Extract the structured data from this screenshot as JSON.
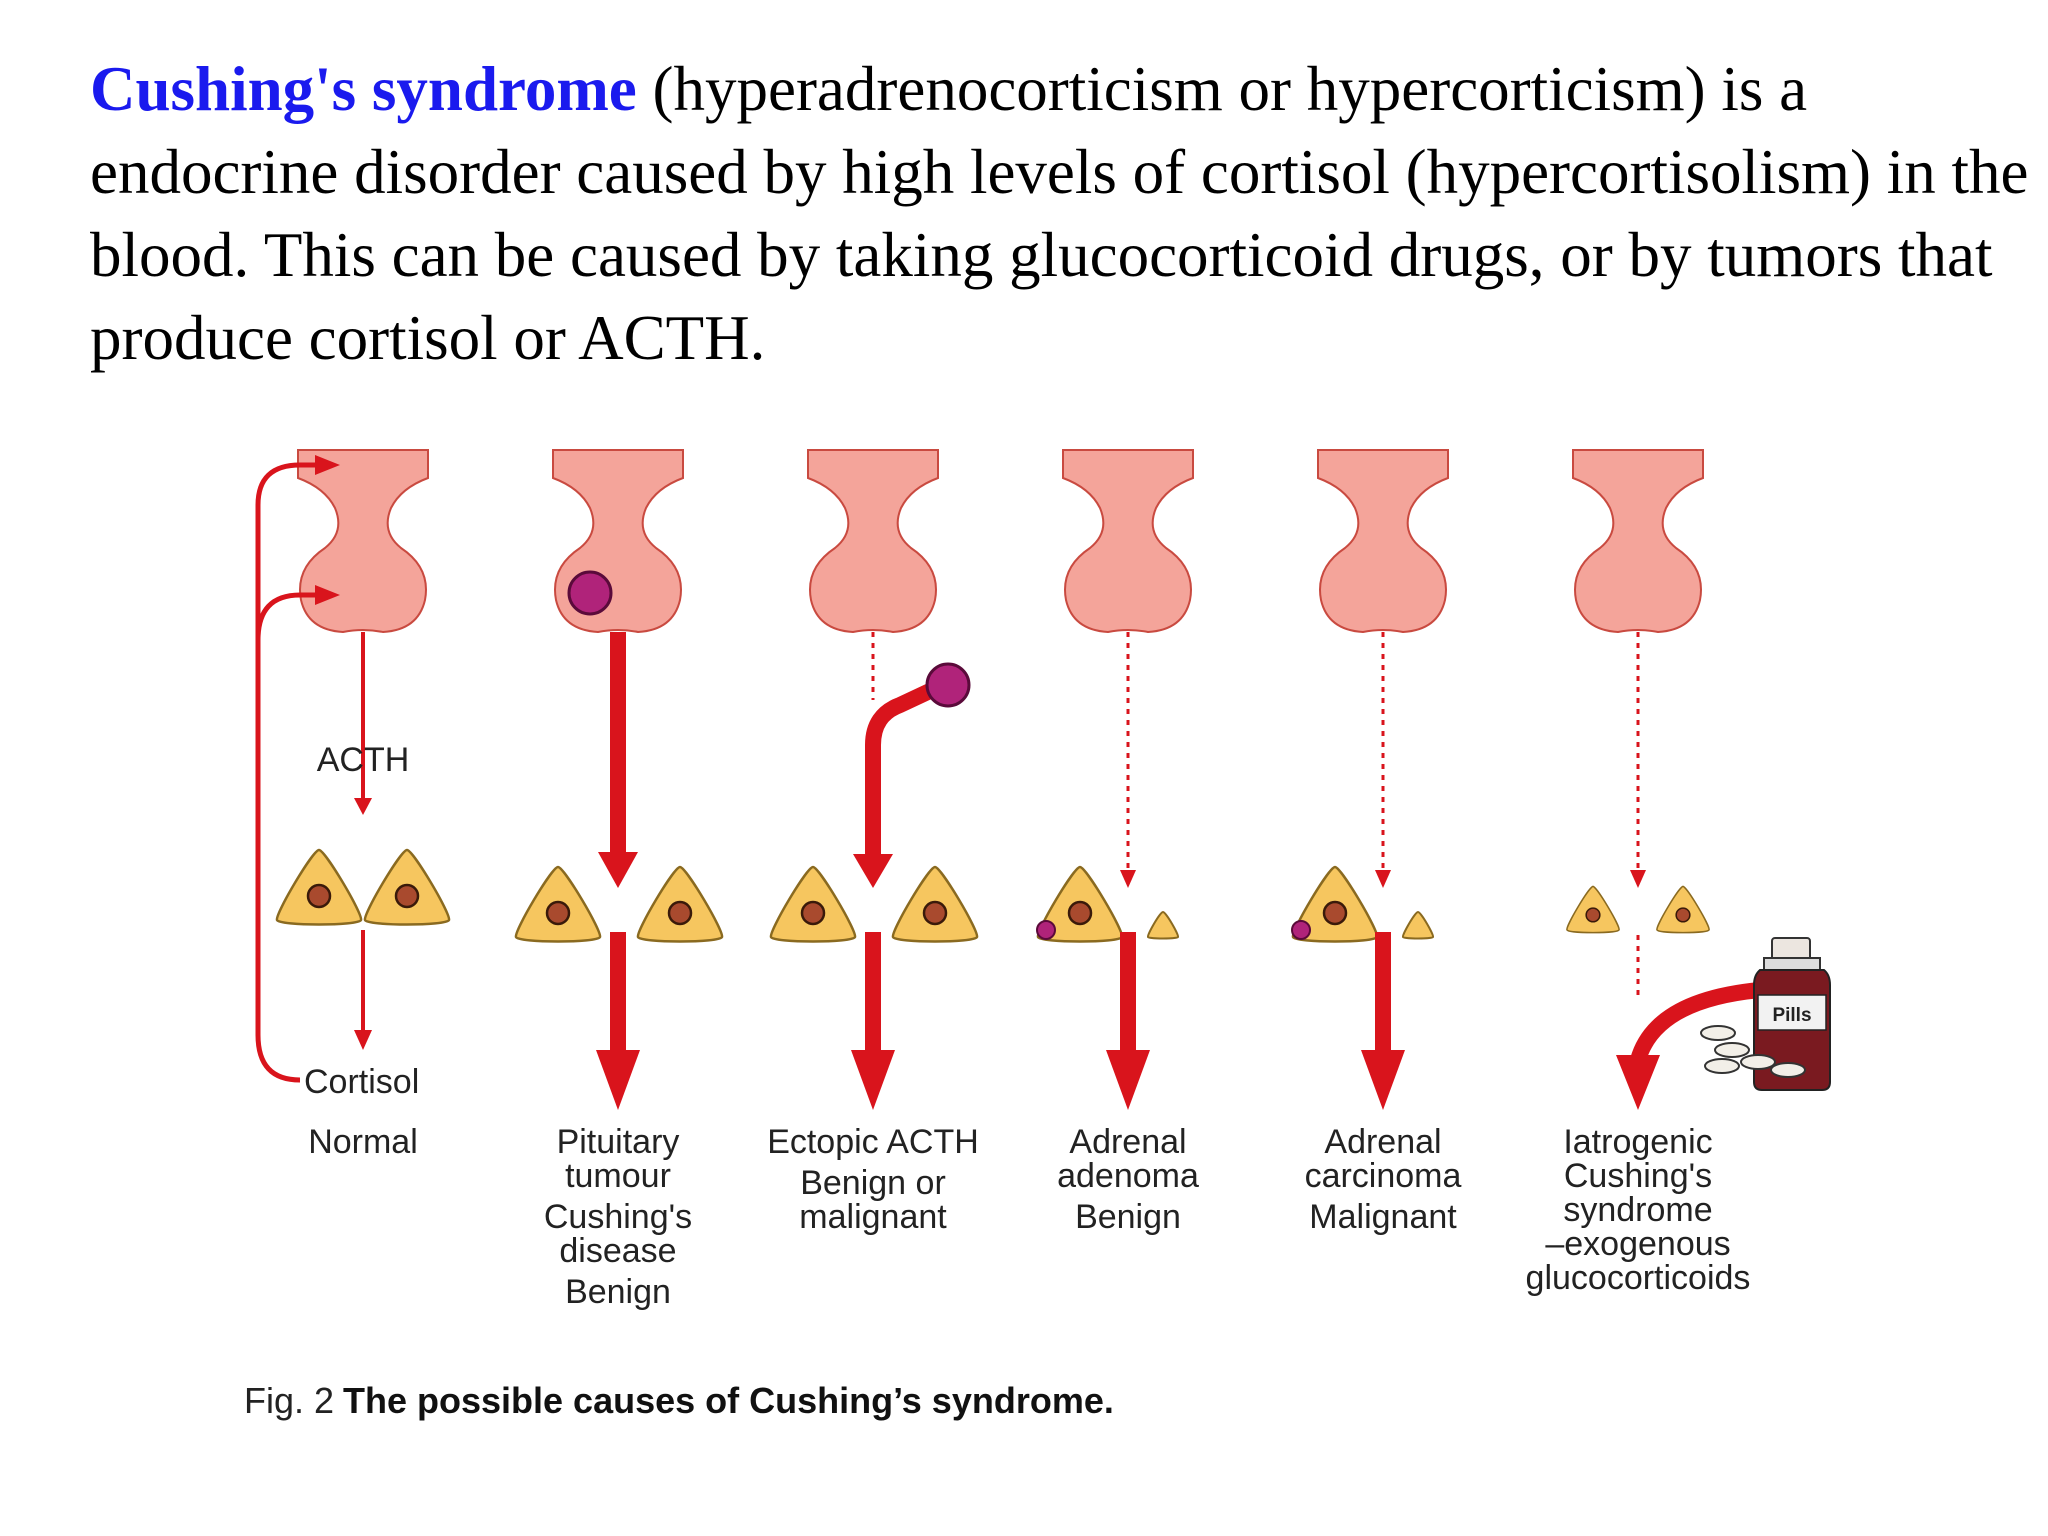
{
  "intro": {
    "term": "Cushing's syndrome",
    "definition": " (hyperadrenocorticism or hypercorticism) is a endocrine disorder caused by high levels of cortisol (hypercortisolism) in the blood. This can be caused by taking glucocorticoid drugs, or by tumors that produce cortisol or ACTH."
  },
  "figure": {
    "hormone_top": "ACTH",
    "hormone_bottom": "Cortisol",
    "pill_bottle": "Pills",
    "fig_number": "Fig. 2",
    "caption": "The possible causes of Cushing’s syndrome.",
    "panels": [
      {
        "lines": [
          "Normal"
        ]
      },
      {
        "lines": [
          "Pituitary",
          "tumour",
          "Cushing's",
          "disease",
          "Benign"
        ]
      },
      {
        "lines": [
          "Ectopic ACTH",
          "Benign or",
          "malignant"
        ]
      },
      {
        "lines": [
          "Adrenal",
          "adenoma",
          "Benign"
        ]
      },
      {
        "lines": [
          "Adrenal",
          "carcinoma",
          "Malignant"
        ]
      },
      {
        "lines": [
          "Iatrogenic",
          "Cushing's",
          "syndrome",
          "–exogenous",
          "glucocorticoids"
        ]
      }
    ]
  },
  "colors": {
    "term": "#1a1aee",
    "pituitary": "#f4a49a",
    "arrow": "#d9141c",
    "adrenal_cell": "#f6c65f",
    "nucleus": "#a94a2e",
    "tumour": "#b0237a"
  }
}
